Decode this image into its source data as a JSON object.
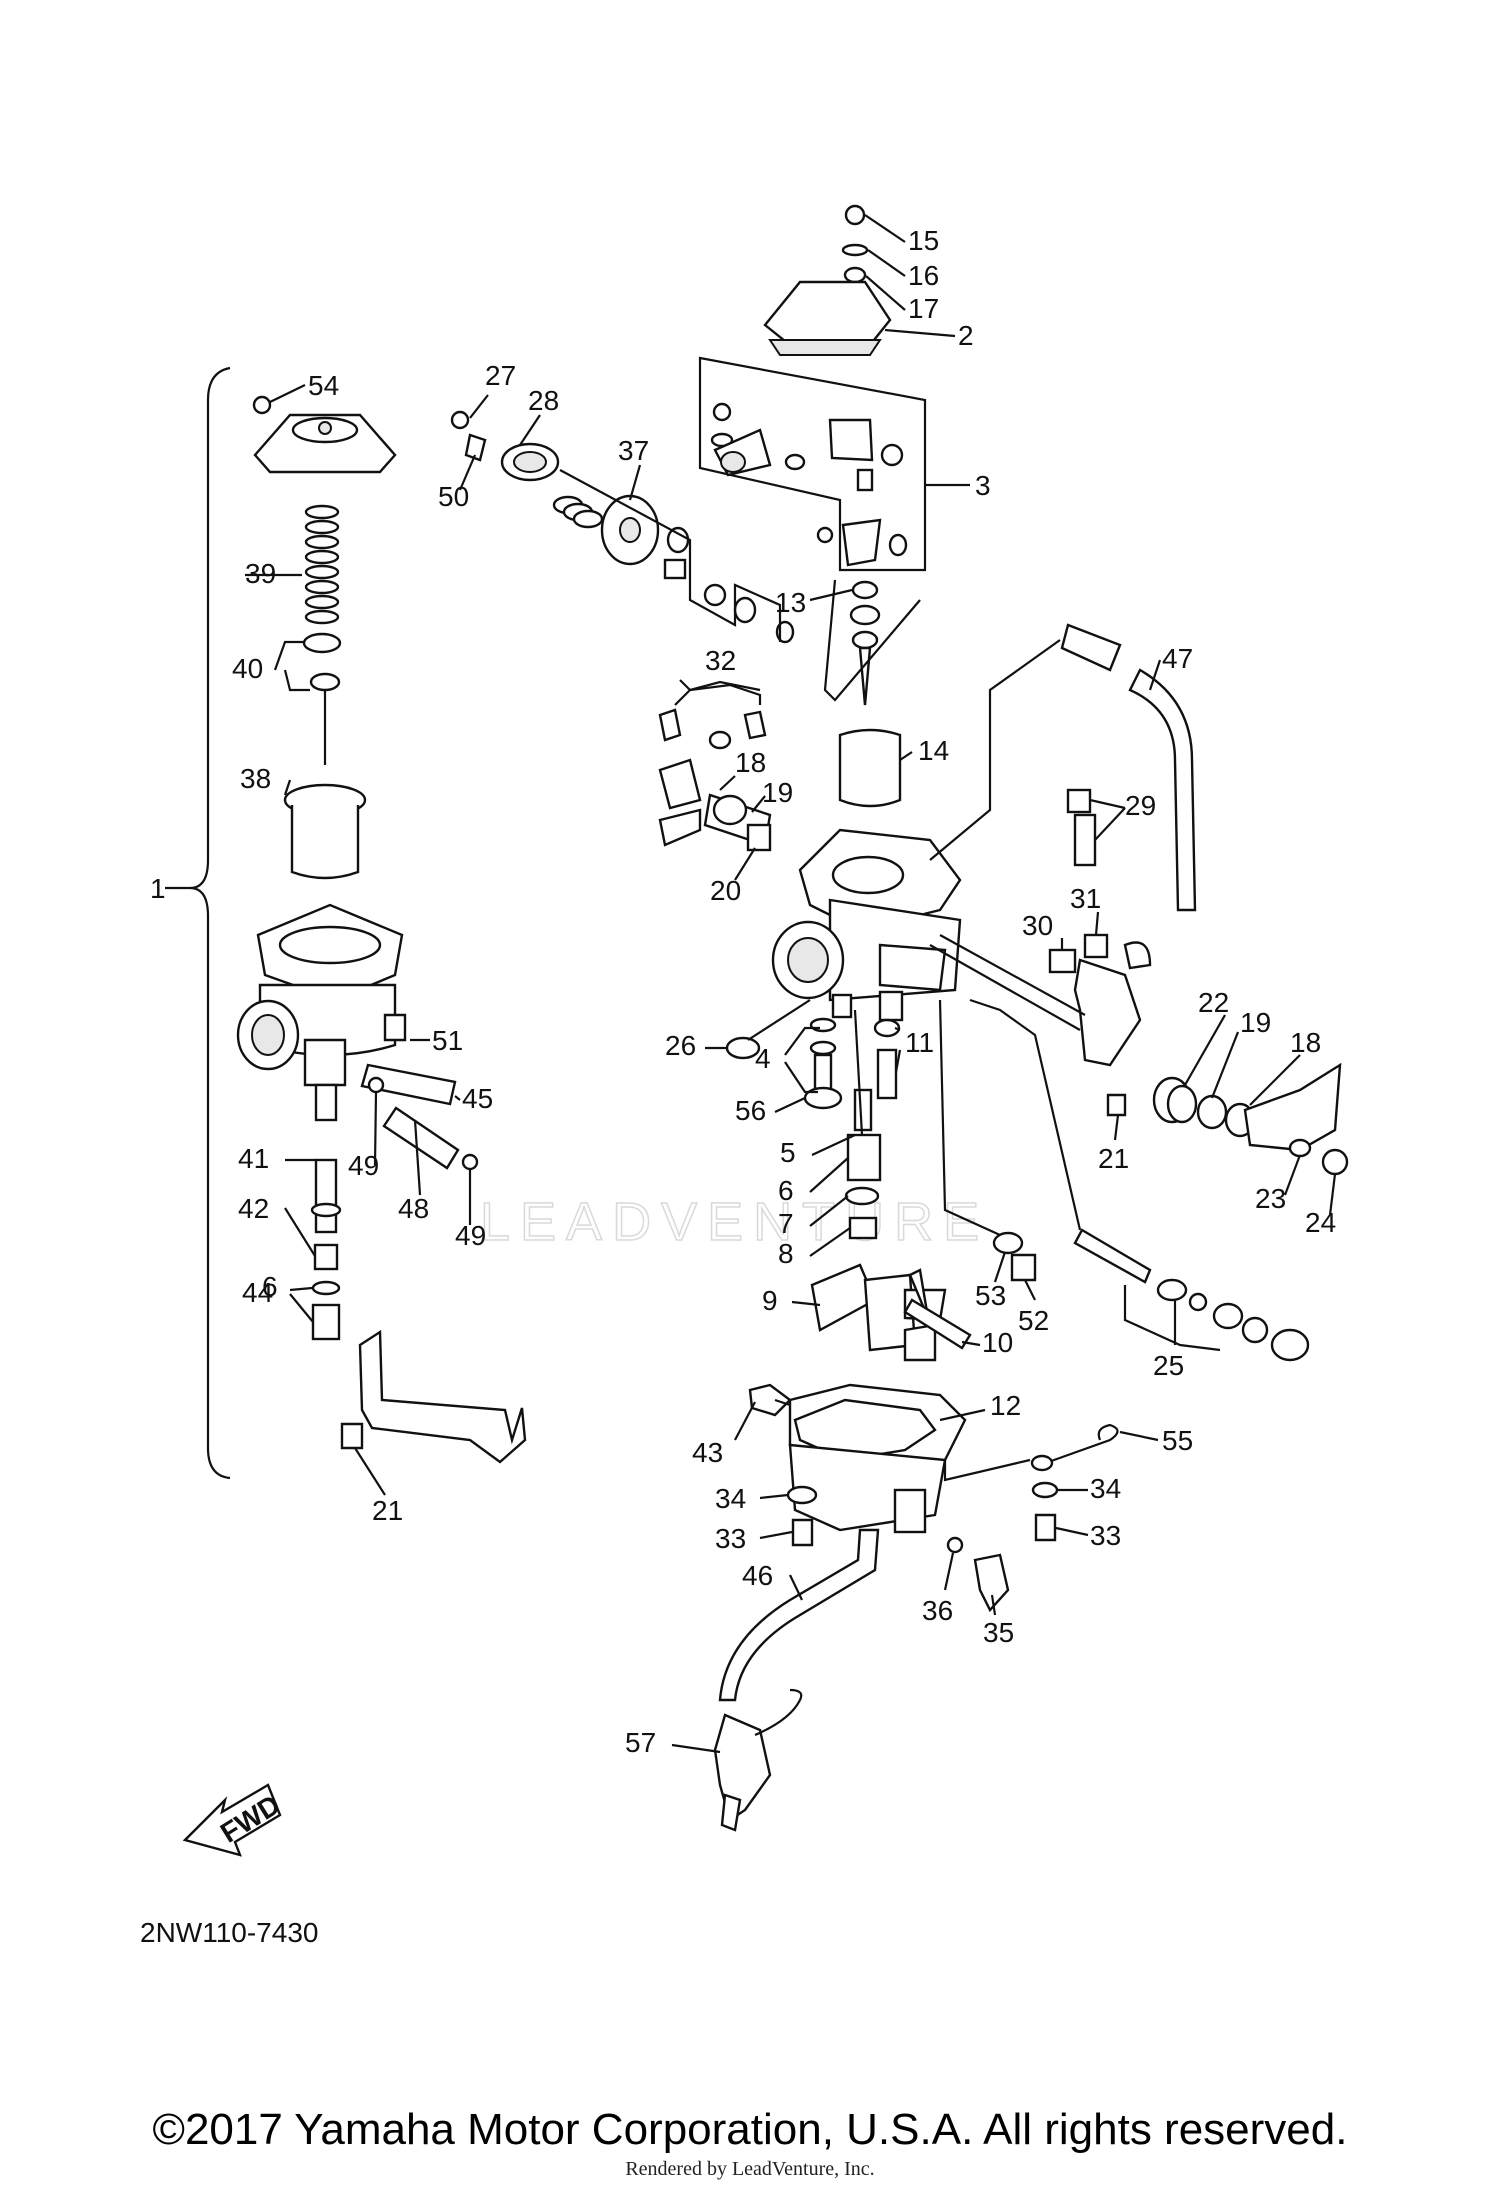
{
  "diagram_code": "2NW110-7430",
  "fwd_label": "FWD",
  "watermark": "LEADVENTURE",
  "copyright": "©2017 Yamaha Motor Corporation, U.S.A. All rights reserved.",
  "rendered_by": "Rendered by LeadVenture, Inc.",
  "callouts": [
    "1",
    "2",
    "3",
    "4",
    "5",
    "6",
    "6",
    "7",
    "8",
    "9",
    "10",
    "11",
    "12",
    "13",
    "14",
    "15",
    "16",
    "17",
    "18",
    "18",
    "19",
    "19",
    "20",
    "21",
    "21",
    "21",
    "22",
    "23",
    "24",
    "25",
    "26",
    "27",
    "28",
    "29",
    "30",
    "31",
    "32",
    "33",
    "33",
    "34",
    "34",
    "35",
    "36",
    "37",
    "38",
    "39",
    "40",
    "41",
    "42",
    "43",
    "44",
    "45",
    "46",
    "47",
    "48",
    "49",
    "49",
    "50",
    "51",
    "52",
    "53",
    "54",
    "55",
    "56",
    "57"
  ]
}
